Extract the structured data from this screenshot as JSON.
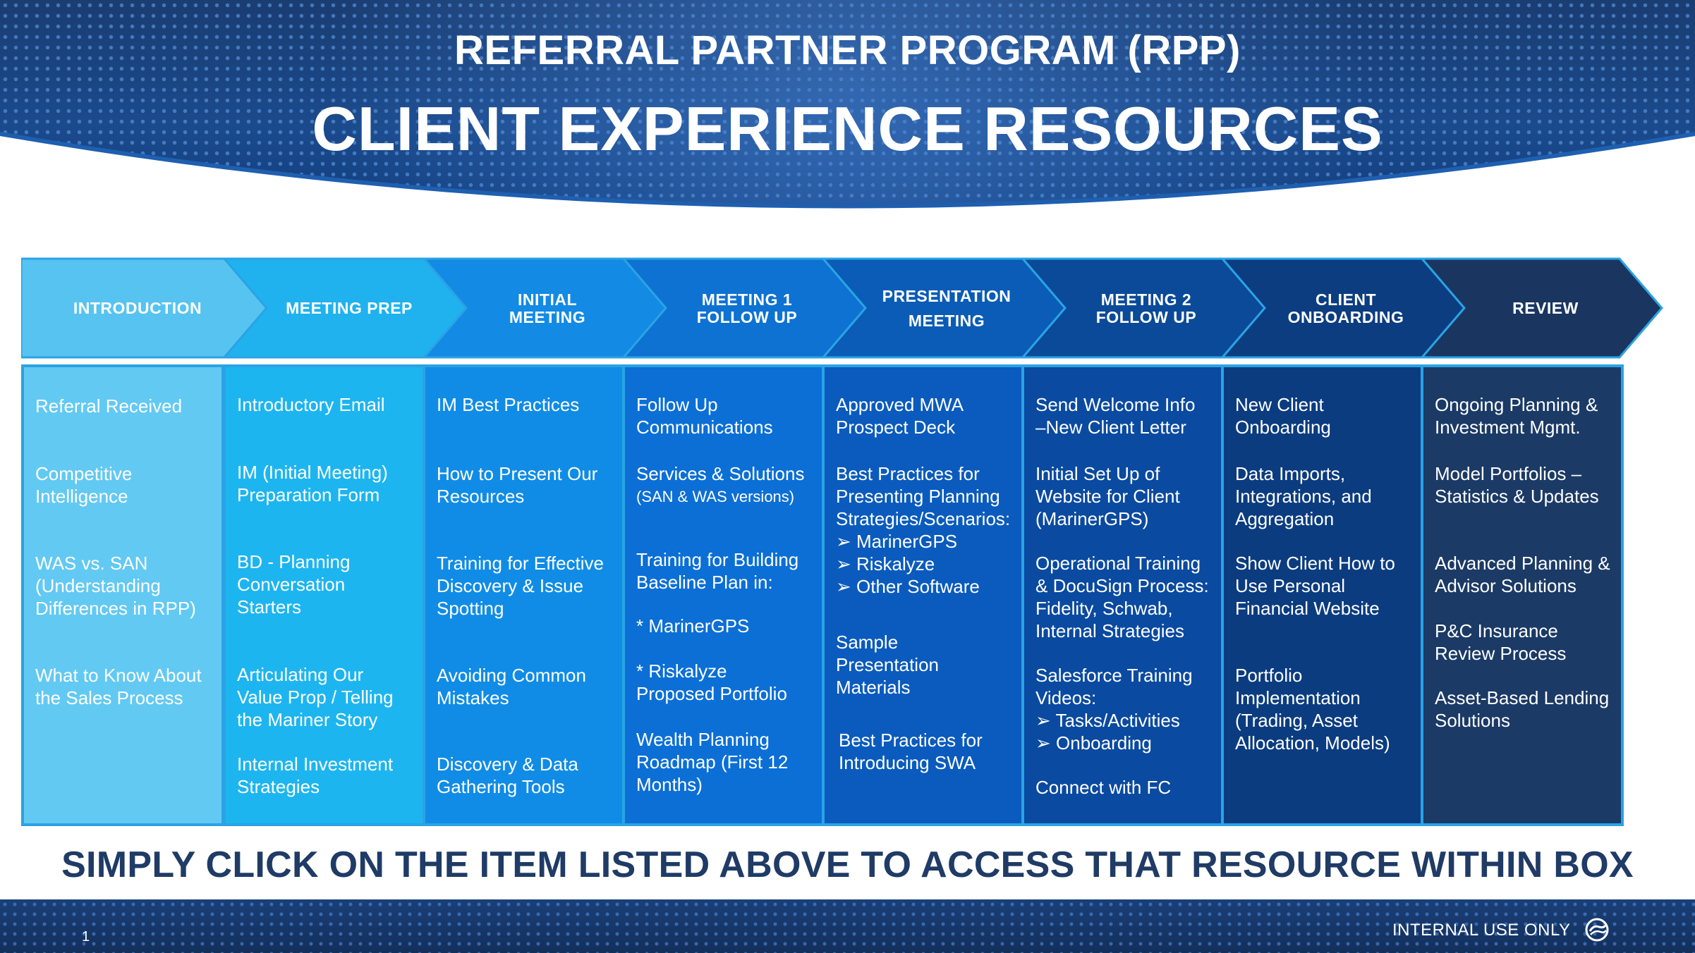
{
  "header": {
    "title": "REFERRAL PARTNER PROGRAM (RPP)",
    "subtitle": "CLIENT EXPERIENCE RESOURCES"
  },
  "stages": [
    {
      "label": "INTRODUCTION",
      "color": "#56c3f1"
    },
    {
      "label": "MEETING PREP",
      "color": "#1fb2ee"
    },
    {
      "label": "INITIAL\nMEETING",
      "color": "#138ae4"
    },
    {
      "label": "MEETING 1\nFOLLOW UP",
      "color": "#0d72d2"
    },
    {
      "label": "PRESENTATION\nMEETING",
      "color": "#0a5cb6"
    },
    {
      "label": "MEETING 2\nFOLLOW UP",
      "color": "#0a4a99"
    },
    {
      "label": "CLIENT\nONBOARDING",
      "color": "#0b3d80"
    },
    {
      "label": "REVIEW",
      "color": "#1a3660"
    }
  ],
  "columns": [
    {
      "color": "#62c9f3",
      "items": [
        "Referral Received",
        "Competitive\nIntelligence",
        "WAS vs. SAN\n(Understanding\nDifferences in RPP)",
        "What to Know About\nthe Sales Process"
      ]
    },
    {
      "color": "#1db5f0",
      "items": [
        "Introductory Email",
        "IM (Initial Meeting)\nPreparation Form",
        "BD - Planning\nConversation\nStarters",
        "Articulating Our\nValue Prop / Telling\nthe Mariner Story",
        "Internal Investment\nStrategies"
      ]
    },
    {
      "color": "#108ce6",
      "items": [
        "IM Best Practices",
        "How to Present Our\nResources",
        "Training for Effective\nDiscovery & Issue\nSpotting",
        "Avoiding Common\nMistakes",
        "Discovery & Data\nGathering Tools"
      ]
    },
    {
      "color": "#0b6fd6",
      "items": [
        "Follow Up\nCommunications",
        "Services & Solutions",
        "(SAN & WAS versions)",
        "Training for Building\nBaseline Plan in:",
        "* MarinerGPS",
        "* Riskalyze\n   Proposed Portfolio",
        "Wealth Planning\nRoadmap (First 12\nMonths)"
      ]
    },
    {
      "color": "#0a5bbd",
      "items": [
        "Approved MWA\nProspect Deck",
        "Best Practices for\nPresenting Planning\nStrategies/Scenarios:\n➢  MarinerGPS\n➢  Riskalyze\n➢  Other Software",
        "Sample\nPresentation\nMaterials",
        "Best Practices for\nIntroducing SWA"
      ]
    },
    {
      "color": "#0a4aa0",
      "items": [
        "Send Welcome Info\n–New Client Letter",
        "Initial Set Up of\nWebsite for Client\n(MarinerGPS)",
        "Operational Training\n& DocuSign Process:\nFidelity, Schwab,\nInternal Strategies",
        "Salesforce Training\nVideos:\n➢ Tasks/Activities\n➢ Onboarding",
        "Connect with FC"
      ]
    },
    {
      "color": "#0b3c80",
      "items": [
        "New Client\nOnboarding",
        "Data Imports,\nIntegrations, and\nAggregation",
        "Show Client How to\nUse Personal\nFinancial Website",
        "Portfolio\nImplementation\n(Trading, Asset\nAllocation, Models)"
      ]
    },
    {
      "color": "#1b3a66",
      "items": [
        "Ongoing Planning &\nInvestment Mgmt.",
        "Model Portfolios –\nStatistics & Updates",
        "Advanced Planning &\nAdvisor Solutions",
        "P&C Insurance\nReview Process",
        "Asset-Based Lending\nSolutions"
      ]
    }
  ],
  "instruction": "SIMPLY CLICK ON THE ITEM LISTED ABOVE TO ACCESS THAT RESOURCE WITHIN BOX",
  "footer": {
    "page_number": "1",
    "classification": "INTERNAL USE ONLY"
  }
}
